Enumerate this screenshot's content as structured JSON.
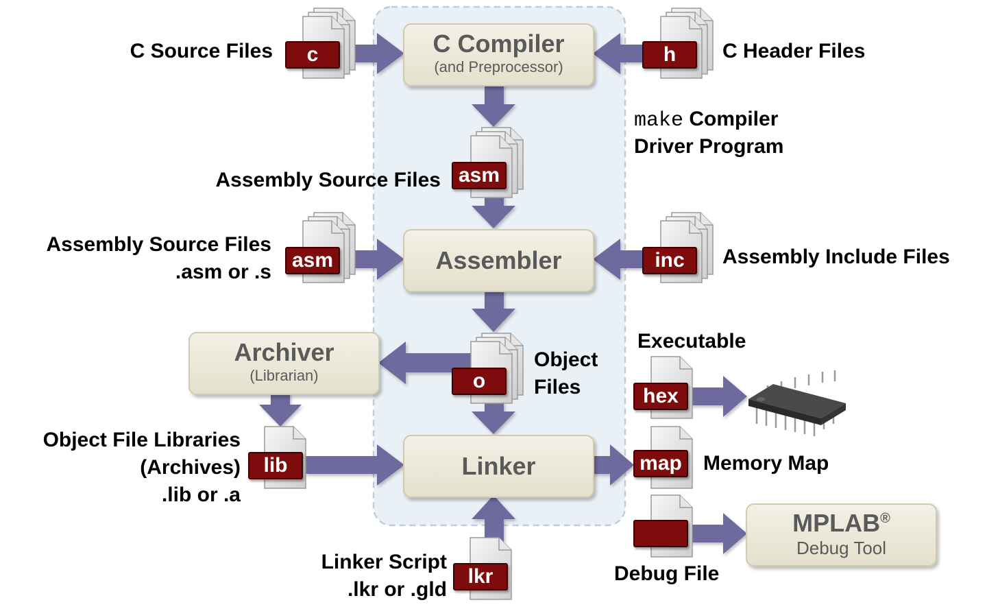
{
  "labels": {
    "c_source_files": "C Source Files",
    "c_header_files": "C Header Files",
    "make_word": "make",
    "make_rest": " Compiler",
    "driver_program": "Driver Program",
    "asm_source_mid": "Assembly Source Files",
    "asm_source_left": "Assembly Source Files",
    "asm_ext": ".asm or .s",
    "asm_include_files": "Assembly Include Files",
    "object_files_line1": "Object",
    "object_files_line2": "Files",
    "executable": "Executable",
    "obj_libs_line1": "Object File Libraries",
    "obj_libs_line2": "(Archives)",
    "obj_libs_ext": ".lib or .a",
    "memory_map": "Memory Map",
    "linker_script": "Linker Script",
    "linker_script_ext": ".lkr or .gld",
    "debug_file": "Debug File"
  },
  "boxes": {
    "compiler_title": "C Compiler",
    "compiler_sub": "(and Preprocessor)",
    "assembler_title": "Assembler",
    "archiver_title": "Archiver",
    "archiver_sub": "(Librarian)",
    "linker_title": "Linker",
    "mplab_title": "MPLAB",
    "mplab_reg": "®",
    "mplab_sub": "Debug Tool"
  },
  "file_tags": {
    "c": "c",
    "h": "h",
    "asm_mid": "asm",
    "asm_left": "asm",
    "inc": "inc",
    "o": "o",
    "hex": "hex",
    "lib": "lib",
    "map": "map",
    "lkr": "lkr",
    "debug": ""
  },
  "colors": {
    "arrow": "#6e6a9e",
    "tag": "#7f0c0c",
    "process_box": "#ece9da",
    "driver_region": "#eaf1f6"
  }
}
